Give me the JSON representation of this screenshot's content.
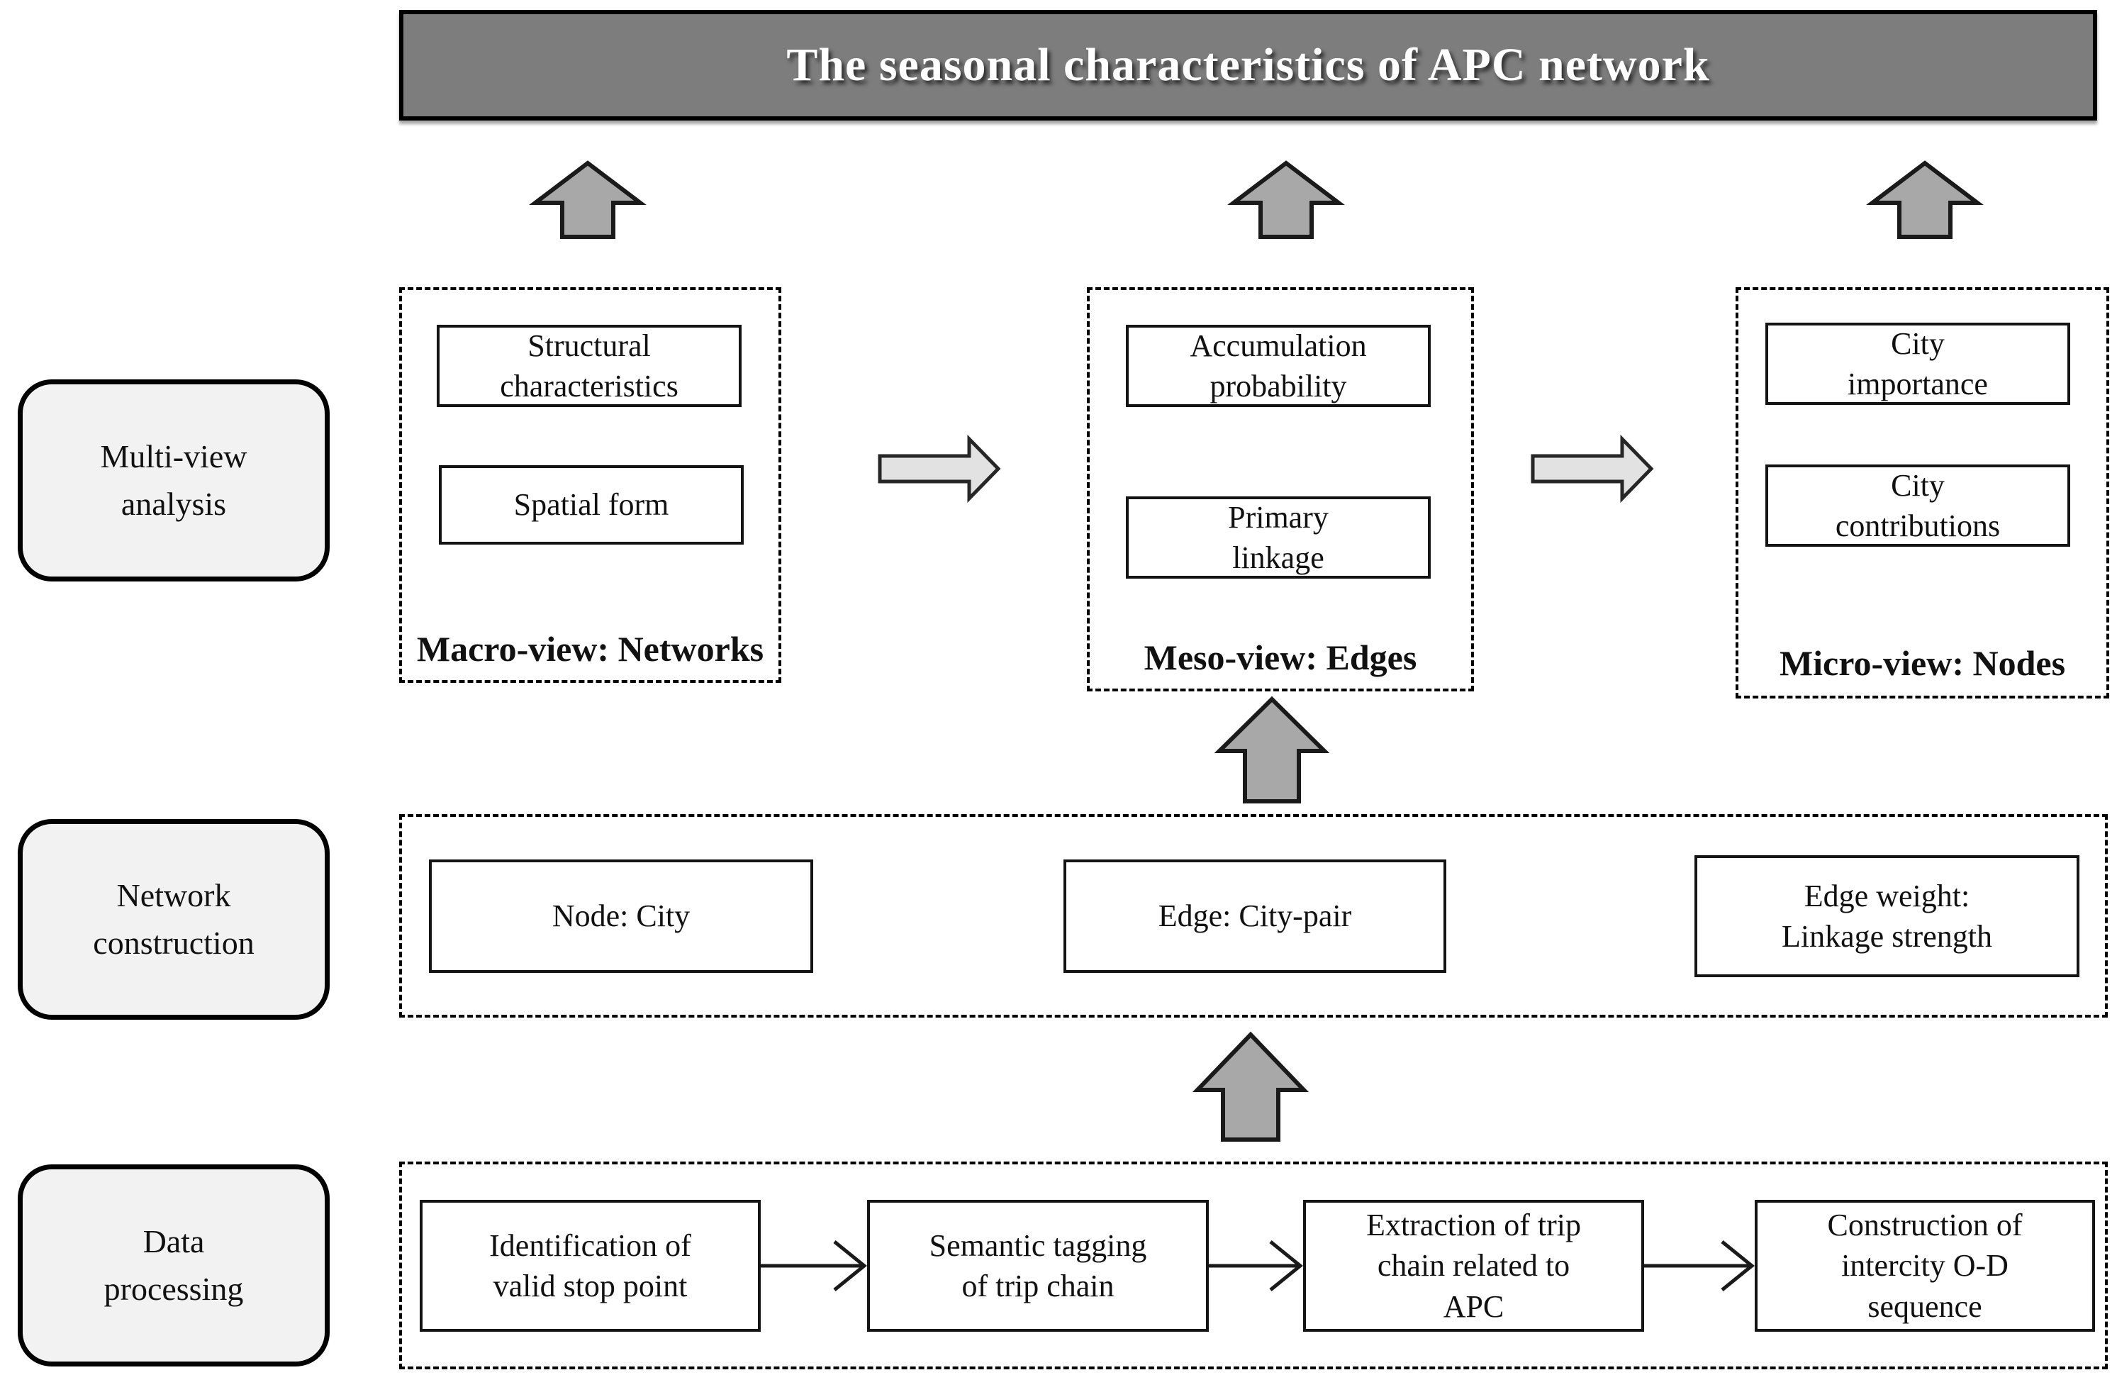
{
  "title": "The seasonal characteristics of APC network",
  "side_labels": {
    "multi_view": "Multi-view\nanalysis",
    "network_construction": "Network\nconstruction",
    "data_processing": "Data\nprocessing"
  },
  "multi_view": {
    "macro": {
      "caption": "Macro-view: Networks",
      "items": [
        "Structural\ncharacteristics",
        "Spatial form"
      ]
    },
    "meso": {
      "caption": "Meso-view: Edges",
      "items": [
        "Accumulation\nprobability",
        "Primary\nlinkage"
      ]
    },
    "micro": {
      "caption": "Micro-view: Nodes",
      "items": [
        "City\nimportance",
        "City\ncontributions"
      ]
    }
  },
  "network_construction": {
    "items": [
      "Node: City",
      "Edge: City-pair",
      "Edge weight:\nLinkage strength"
    ]
  },
  "data_processing": {
    "steps": [
      "Identification of\nvalid stop point",
      "Semantic tagging\nof trip chain",
      "Extraction of trip\nchain related to\nAPC",
      "Construction of\nintercity O-D\nsequence"
    ]
  },
  "colors": {
    "title_bg": "#7d7d7d",
    "title_text": "#ffffff",
    "up_arrow_fill": "#a8a8a8",
    "right_arrow_fill": "#e2e2e2",
    "line_color": "#141414",
    "side_box_bg": "#f2f2f2"
  }
}
